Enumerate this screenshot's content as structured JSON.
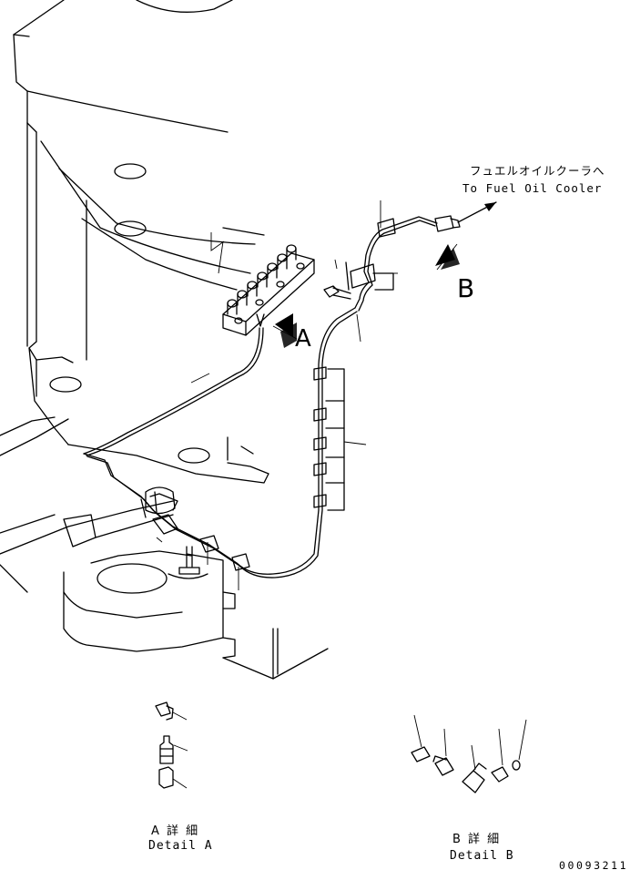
{
  "callout_jp": "フュエルオイルクーラへ",
  "callout_en": "To Fuel Oil Cooler",
  "view_a": "A",
  "view_b": "B",
  "detail_a_jp": "A 詳 細",
  "detail_a_en": "Detail A",
  "detail_b_jp": "B 詳 細",
  "detail_b_en": "Detail B",
  "drawing_number": "00093211"
}
